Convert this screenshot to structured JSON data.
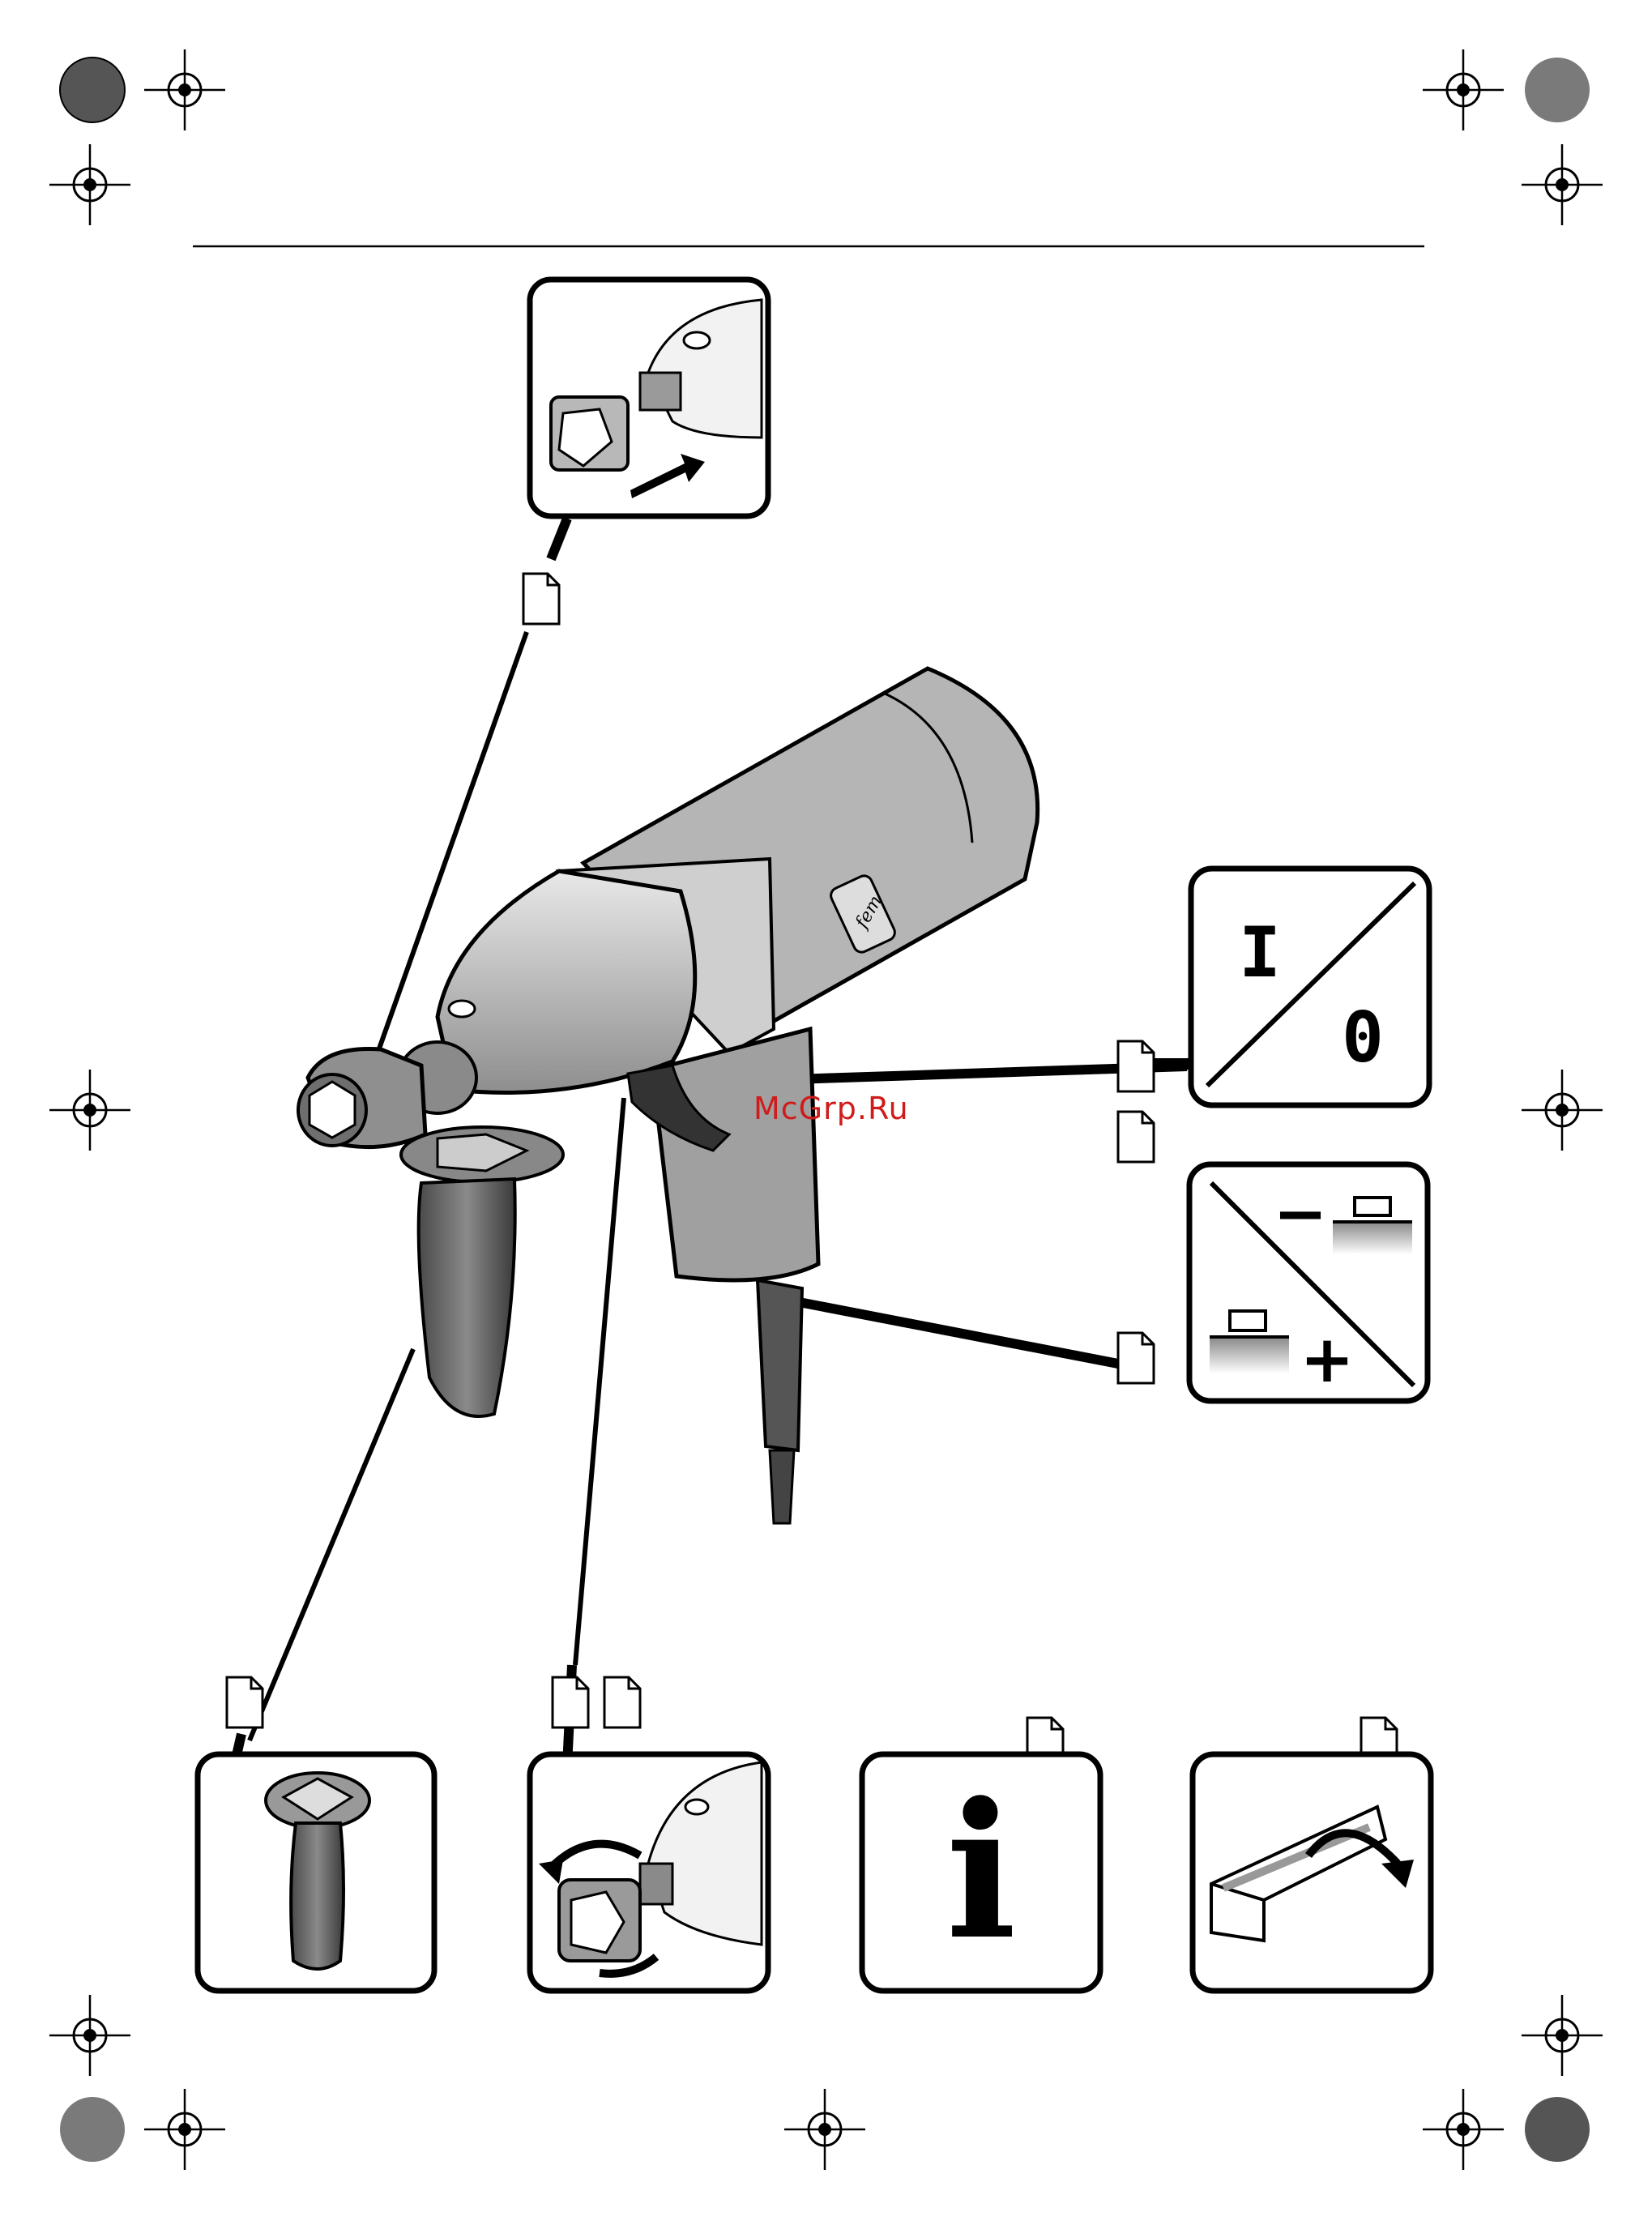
{
  "watermark": {
    "text": "McGrp.Ru"
  },
  "switch_panel": {
    "on_label": "I",
    "off_label": "0"
  },
  "torque_panel": {
    "minus_label": "−",
    "plus_label": "+"
  },
  "info_panel": {
    "label": "i"
  },
  "colors": {
    "ink": "#000000",
    "body_gray": "#a7a7a7",
    "dark_gray": "#5a5a5a",
    "watermark": "#d11a1a"
  }
}
